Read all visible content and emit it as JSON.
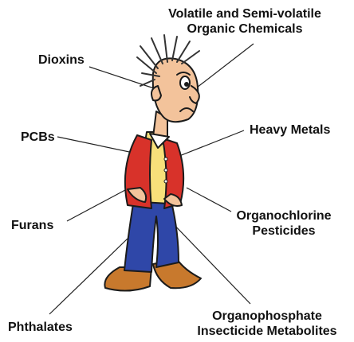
{
  "labels": {
    "voc_line1": "Volatile and Semi-volatile",
    "voc_line2": "Organic Chemicals",
    "dioxins": "Dioxins",
    "pcbs": "PCBs",
    "heavy_metals": "Heavy Metals",
    "organochlorine_line1": "Organochlorine",
    "organochlorine_line2": "Pesticides",
    "furans": "Furans",
    "organophosphate_line1": "Organophosphate",
    "organophosphate_line2": "Insecticide Metabolites",
    "phthalates": "Phthalates"
  },
  "colors": {
    "text": "#111111",
    "leader_line": "#222222",
    "skin": "#f3c39b",
    "hair": "#333333",
    "vest": "#d8322a",
    "shirt": "#f7e07a",
    "pants": "#2f47a8",
    "shoes": "#c8792d",
    "outline": "#1b1b1b"
  },
  "illustration": "cartoon-worried-man"
}
